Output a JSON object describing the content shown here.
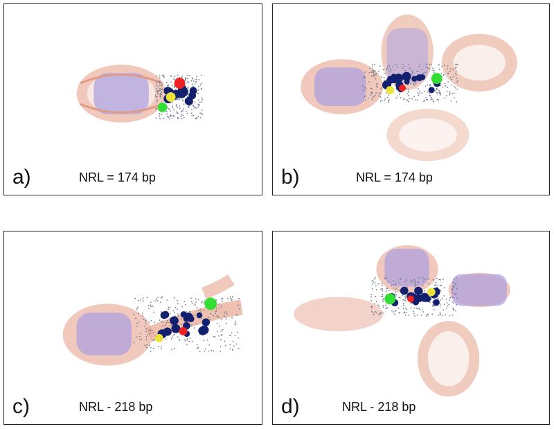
{
  "figure": {
    "panels": [
      {
        "label": "a)",
        "caption": "NRL = 174 bp"
      },
      {
        "label": "b)",
        "caption": "NRL = 174 bp"
      },
      {
        "label": "c)",
        "caption": "NRL - 218 bp"
      },
      {
        "label": "d)",
        "caption": "NRL - 218 bp"
      }
    ]
  },
  "colors": {
    "nucleosome_tube": "#e6a58e",
    "histone_core": "#8f7fd6",
    "particles": "#13206e",
    "marker_red": "#ee2222",
    "marker_green": "#33dd33",
    "marker_yellow": "#e8e23a",
    "scatter_points": "#6e7a8f"
  }
}
